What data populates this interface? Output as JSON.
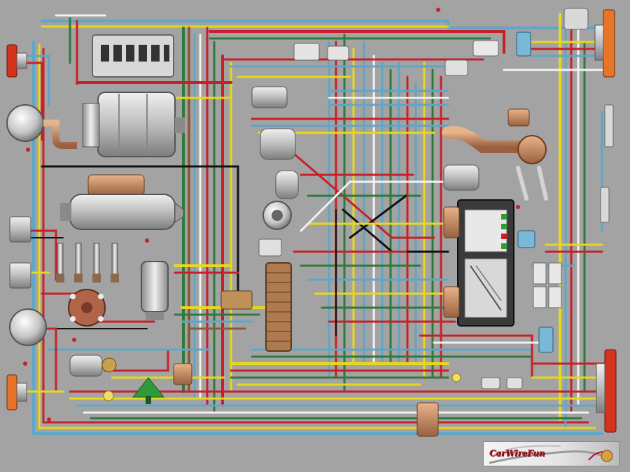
{
  "watermark": {
    "text": "CarWireFun"
  },
  "colors": {
    "background": "#a3a3a3",
    "wire_red": "#c8202a",
    "wire_yellow": "#e8d81a",
    "wire_green": "#2f7a3a",
    "wire_blue": "#5fa6c8",
    "wire_brown": "#8a5a3a",
    "wire_black": "#111111",
    "wire_white": "#f2f2f2",
    "component_metal": "#c9c9c9",
    "component_dark": "#5a5a5a",
    "lamp_red": "#d4341c",
    "lamp_orange": "#e8742a"
  },
  "components": [
    {
      "name": "fuse-box"
    },
    {
      "name": "generator"
    },
    {
      "name": "starter-motor"
    },
    {
      "name": "spark-plugs"
    },
    {
      "name": "distributor"
    },
    {
      "name": "ignition-coil"
    },
    {
      "name": "instrument-cluster"
    },
    {
      "name": "headlamp-left-top"
    },
    {
      "name": "headlamp-left-bottom"
    },
    {
      "name": "tail-lamp-right-top"
    },
    {
      "name": "tail-lamp-right-bottom"
    },
    {
      "name": "wiper-motor"
    },
    {
      "name": "heater-fan-motor"
    },
    {
      "name": "terminal-block"
    },
    {
      "name": "battery-ground"
    }
  ]
}
